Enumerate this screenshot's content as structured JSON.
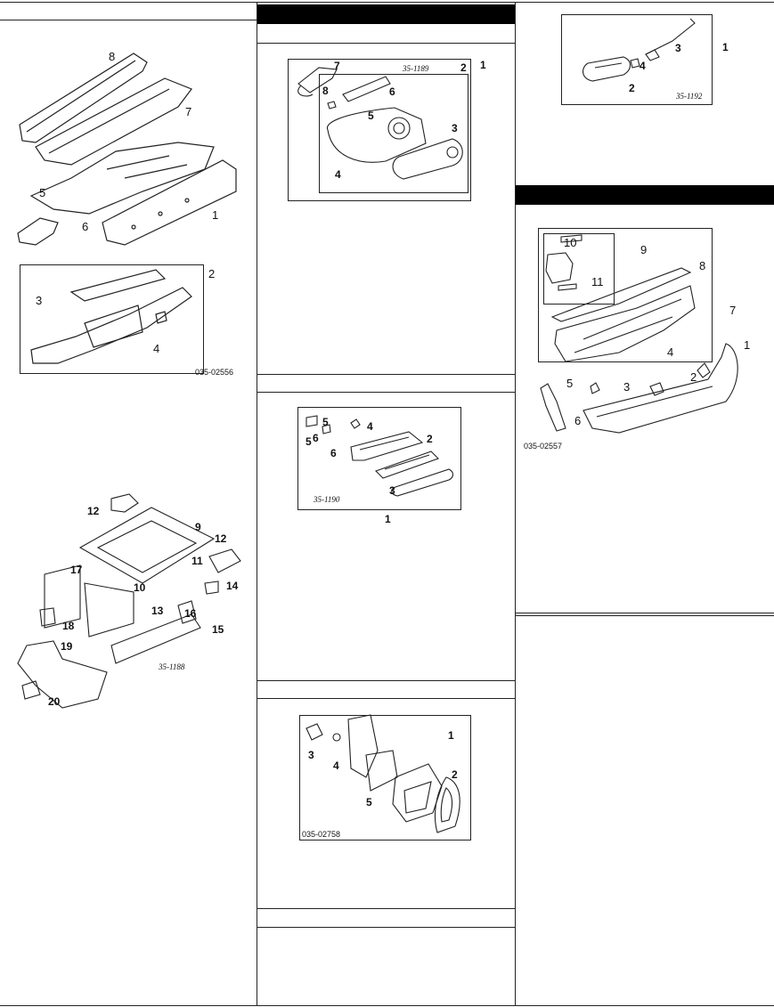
{
  "col1": {
    "fig_a": {
      "code": "035-02556",
      "callouts": [
        "8",
        "7",
        "5",
        "6",
        "1",
        "2",
        "3",
        "4"
      ]
    },
    "fig_b": {
      "code": "35-1188",
      "callouts": [
        "12",
        "9",
        "12",
        "11",
        "10",
        "14",
        "17",
        "13",
        "16",
        "15",
        "18",
        "19",
        "20"
      ]
    }
  },
  "col2": {
    "fig_c": {
      "code": "35-1189",
      "callouts": [
        "7",
        "2",
        "1",
        "8",
        "6",
        "5",
        "3",
        "4"
      ]
    },
    "fig_d": {
      "code": "35-1190",
      "callouts": [
        "5",
        "4",
        "5",
        "6",
        "2",
        "6",
        "3",
        "1"
      ]
    },
    "fig_e": {
      "code": "035-02758",
      "callouts": [
        "1",
        "3",
        "4",
        "2",
        "5"
      ]
    }
  },
  "col3": {
    "fig_f": {
      "code": "35-1192",
      "callouts": [
        "3",
        "1",
        "4",
        "2"
      ]
    },
    "fig_g": {
      "code": "035-02557",
      "callouts": [
        "10",
        "9",
        "8",
        "11",
        "7",
        "4",
        "1",
        "5",
        "3",
        "2",
        "6"
      ]
    }
  }
}
